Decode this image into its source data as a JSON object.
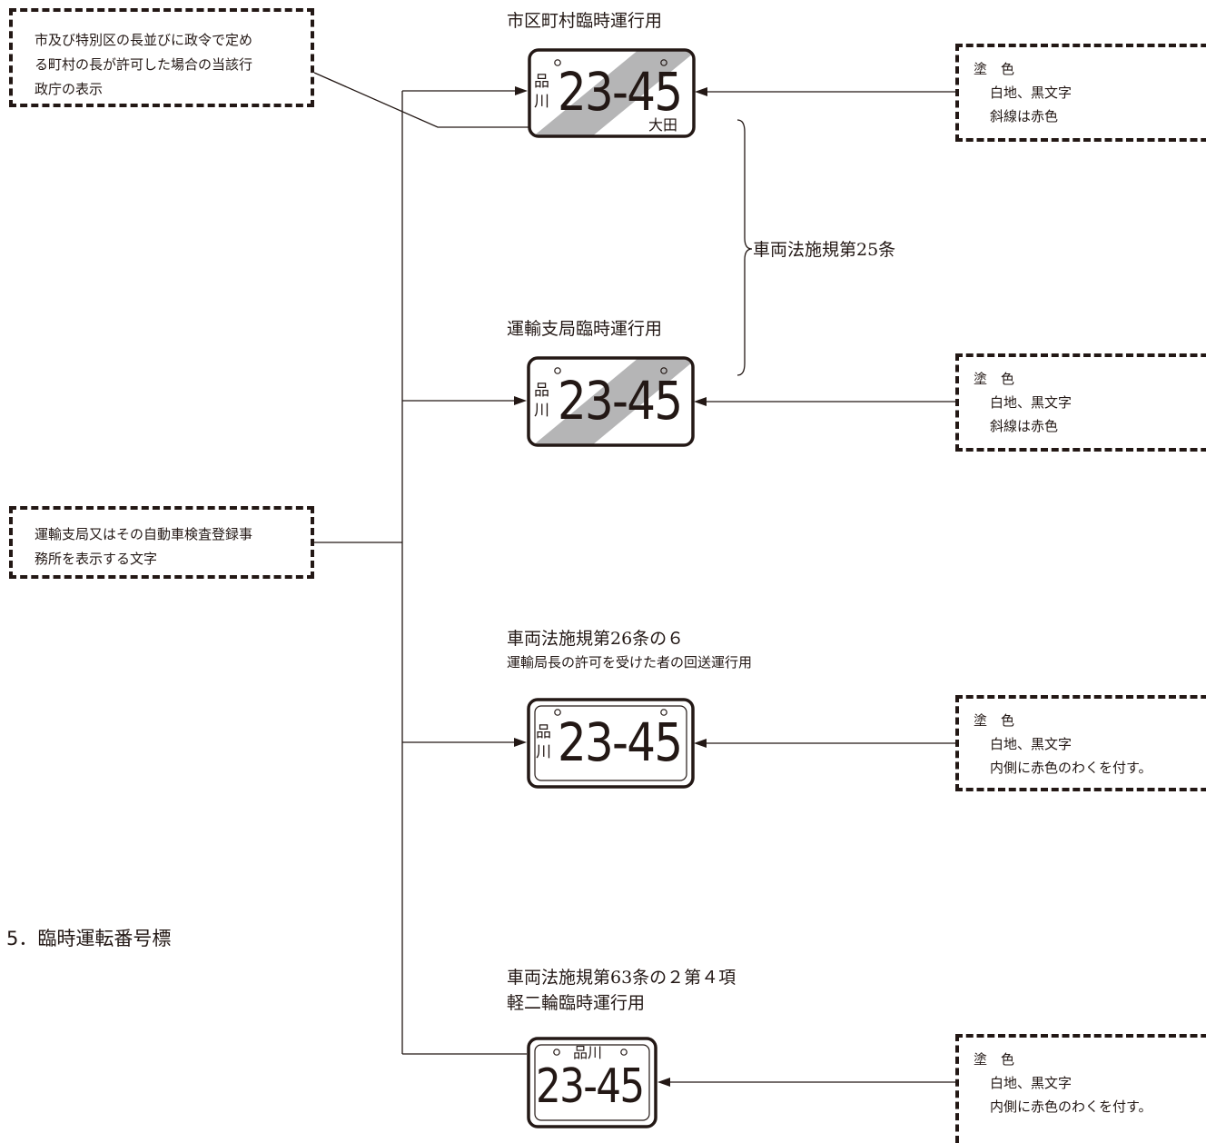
{
  "left_boxes": [
    {
      "lines": [
        "市及び特別区の長並びに政令で定め",
        "る町村の長が許可した場合の当該行",
        "政庁の表示"
      ]
    },
    {
      "lines": [
        "運輸支局又はその自動車検査登録事",
        "務所を表示する文字"
      ]
    }
  ],
  "plates": [
    {
      "title": "市区町村臨時運行用",
      "region": [
        "品",
        "川"
      ],
      "number": "23-45",
      "issuer": "大田",
      "style": "diagonal"
    },
    {
      "title": "運輸支局臨時運行用",
      "region": [
        "品",
        "川"
      ],
      "number": "23-45",
      "style": "diagonal"
    },
    {
      "title": "車両法施規第26条の６",
      "subtitle": "運輸局長の許可を受けた者の回送運行用",
      "region": [
        "品",
        "川"
      ],
      "number": "23-45",
      "style": "inner-frame"
    },
    {
      "title_lines": [
        "車両法施規第63条の２第４項",
        "軽二輪臨時運行用"
      ],
      "region_top": "品川",
      "number": "23-45",
      "style": "inner-frame-small"
    }
  ],
  "brace_label": "車両法施規第25条",
  "right_boxes": [
    {
      "heading": "塗　色",
      "lines": [
        "白地、黒文字",
        "斜線は赤色"
      ]
    },
    {
      "heading": "塗　色",
      "lines": [
        "白地、黒文字",
        "斜線は赤色"
      ]
    },
    {
      "heading": "塗　色",
      "lines": [
        "白地、黒文字",
        "内側に赤色のわくを付す。"
      ]
    },
    {
      "heading": "塗　色",
      "lines": [
        "白地、黒文字",
        "内側に赤色のわくを付す。"
      ]
    }
  ],
  "section_title": "5．臨時運転番号標",
  "colors": {
    "ink": "#231815",
    "stripe": "#b5b5b6"
  }
}
